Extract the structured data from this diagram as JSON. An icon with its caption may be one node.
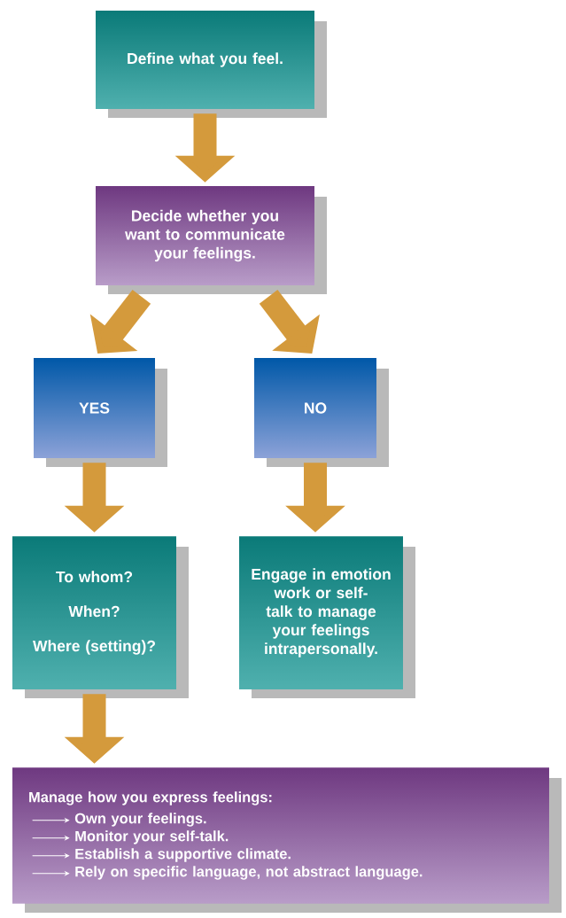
{
  "diagram": {
    "nodes": [
      {
        "text": [
          "Define what you feel."
        ]
      },
      {
        "text": [
          "Decide whether you want to communicate your feelings."
        ]
      },
      {
        "text": [
          "YES"
        ]
      },
      {
        "text": [
          "NO"
        ]
      },
      {
        "text": [
          "To whom?",
          "When?",
          "Where (setting)?"
        ]
      },
      {
        "text": [
          "Engage in emotion work or self-talk to manage your feelings intrapersonally."
        ]
      },
      {
        "text": [
          "Manage how you express feelings:",
          "Own your feelings.",
          "Monitor your self-talk.",
          "Establish a supportive climate.",
          "Rely on specific language, not abstract language."
        ]
      }
    ],
    "edges": [
      {
        "from": 0,
        "to": 1,
        "arrow": "to"
      },
      {
        "from": 1,
        "to": 2,
        "arrow": "to"
      },
      {
        "from": 1,
        "to": 3,
        "arrow": "to"
      },
      {
        "from": 2,
        "to": 4,
        "arrow": "to"
      },
      {
        "from": 3,
        "to": 5,
        "arrow": "to"
      },
      {
        "from": 4,
        "to": 6,
        "arrow": "to"
      }
    ]
  }
}
